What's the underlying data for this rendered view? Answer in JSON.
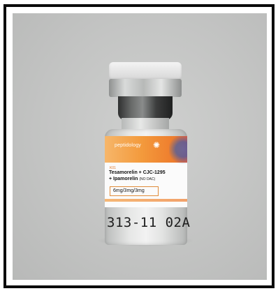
{
  "product": {
    "brand": "peptidology",
    "code": "K01",
    "name_line1": "Tesamorelin + CJC-1295",
    "name_line2": "+ Ipamorelin",
    "note": "(NO DAC)",
    "dose": "6mg/3mg/3mg",
    "lot": "313-11 02A"
  },
  "colors": {
    "frame": "#0b0b0b",
    "background": "#c3c4c3",
    "label_accent": "#f39a3c",
    "label_blue": "#2b5ab8"
  },
  "icons": {
    "brand_logo": "peptidology-logo-mark"
  }
}
